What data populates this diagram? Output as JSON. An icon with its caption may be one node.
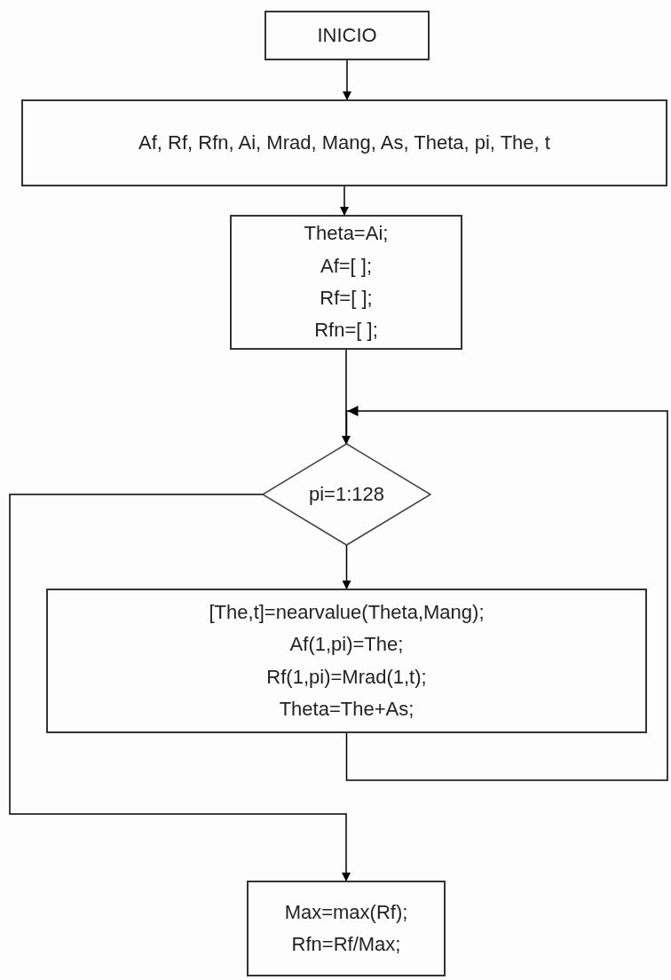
{
  "diagram": {
    "nodes": [
      {
        "text": [
          "INICIO"
        ]
      },
      {
        "text": [
          "Af, Rf, Rfn, Ai, Mrad, Mang, As, Theta, pi, The, t"
        ]
      },
      {
        "text": [
          "Theta=Ai;",
          "Af=[ ];",
          "Rf=[ ];",
          "Rfn=[ ];"
        ]
      },
      {
        "text": [
          "pi=1:128"
        ]
      },
      {
        "text": [
          "[The,t]=nearvalue(Theta,Mang);",
          "Af(1,pi)=The;",
          "Rf(1,pi)=Mrad(1,t);",
          "Theta=The+As;"
        ]
      },
      {
        "text": [
          "Max=max(Rf);",
          "Rfn=Rf/Max;"
        ]
      }
    ],
    "edges": [
      {
        "from": 0,
        "to": 1,
        "arrow": "to"
      },
      {
        "from": 1,
        "to": 2,
        "arrow": "to"
      },
      {
        "from": 2,
        "to": 3,
        "arrow": "to"
      },
      {
        "from": 4,
        "to": 3,
        "arrow": "to"
      },
      {
        "from": 3,
        "to": 4,
        "arrow": "to"
      },
      {
        "from": 3,
        "to": 5,
        "arrow": "to"
      }
    ]
  }
}
